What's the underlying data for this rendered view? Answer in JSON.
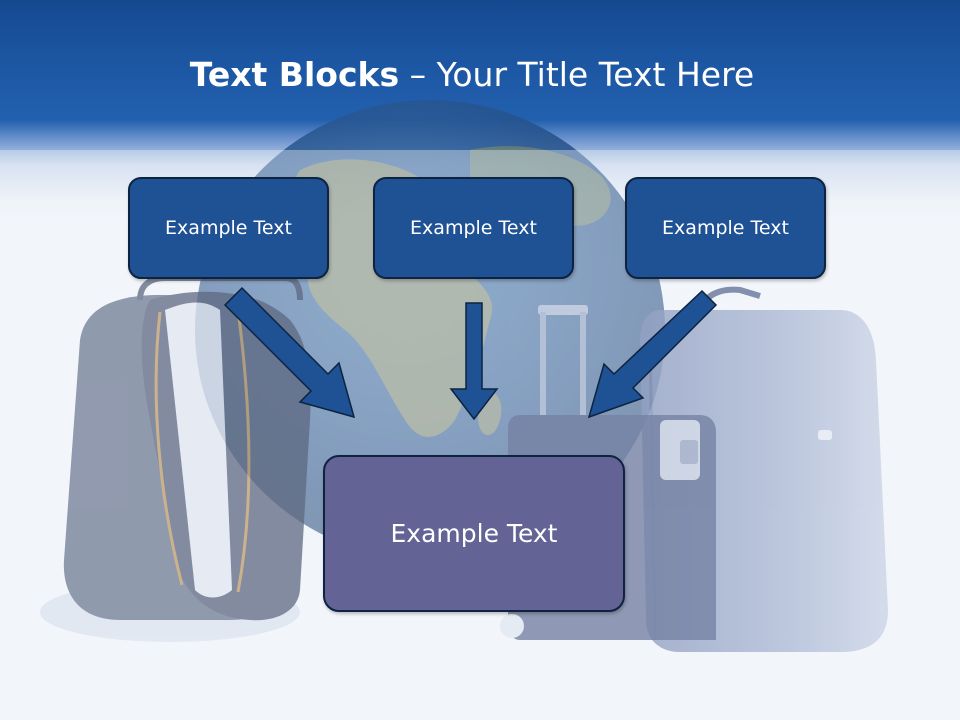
{
  "title": {
    "bold_part": "Text Blocks",
    "dash": " – ",
    "regular_part": "Your Title Text Here"
  },
  "blocks": [
    {
      "label": "Example Text"
    },
    {
      "label": "Example Text"
    },
    {
      "label": "Example Text"
    }
  ],
  "center_block": {
    "label": "Example Text"
  },
  "colors": {
    "header_blue": "#1c56a2",
    "block_fill": "#1f5195",
    "center_fill": "#636396",
    "arrow_fill": "#1f5195"
  },
  "background_image": "globe-with-suitcases"
}
